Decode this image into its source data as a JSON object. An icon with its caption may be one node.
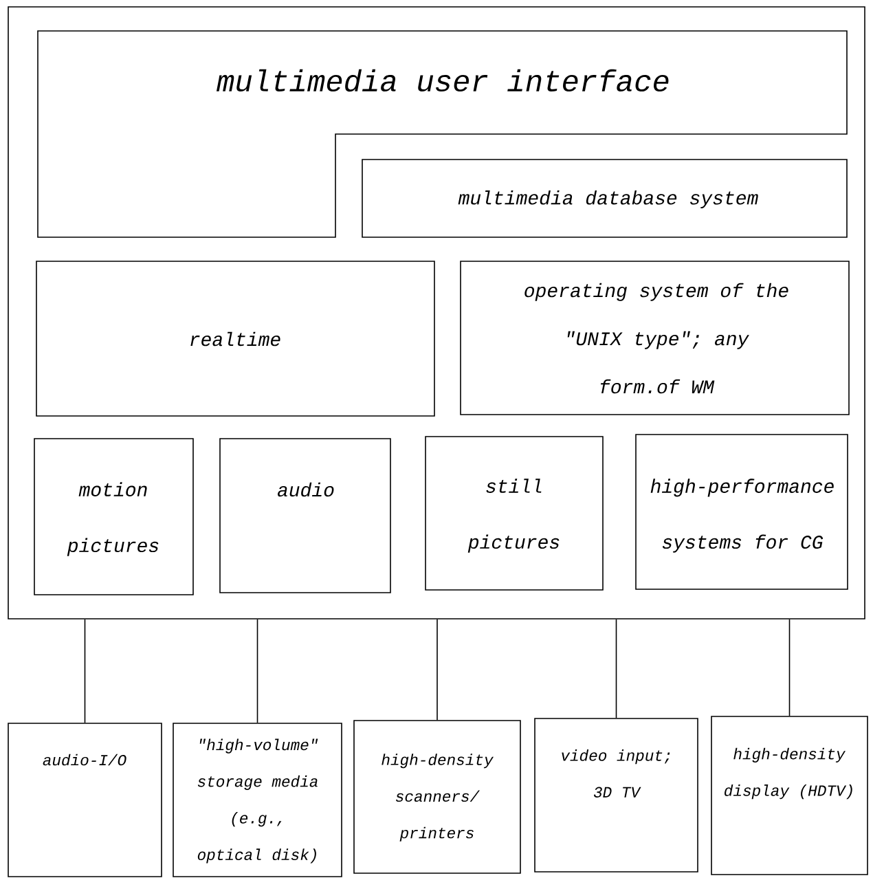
{
  "diagram": {
    "nodes": [
      {
        "text": [],
        "shape": "box"
      },
      {
        "text": [
          "multimedia user interface"
        ],
        "in": 0
      },
      {
        "text": [
          "multimedia database system"
        ],
        "in": 0
      },
      {
        "text": [
          "realtime"
        ],
        "in": 0
      },
      {
        "text": [
          "operating system of the \"UNIX type\"; any form.of WM"
        ],
        "in": 0
      },
      {
        "text": [
          "motion pictures"
        ],
        "in": 0
      },
      {
        "text": [
          "audio"
        ],
        "in": 0
      },
      {
        "text": [
          "still pictures"
        ],
        "in": 0
      },
      {
        "text": [
          "high-performance systems for CG"
        ],
        "in": 0
      },
      {
        "text": [
          "audio-I/O"
        ]
      },
      {
        "text": [
          "\"high-volume\" storage media (e.g., optical disk)"
        ]
      },
      {
        "text": [
          "high-density scanners/ printers"
        ]
      },
      {
        "text": [
          "video input; 3D TV"
        ]
      },
      {
        "text": [
          "high-density display (HDTV)"
        ]
      }
    ],
    "edges": [
      {
        "from": 0,
        "to": 9,
        "arrow": "none"
      },
      {
        "from": 0,
        "to": 10,
        "arrow": "none"
      },
      {
        "from": 0,
        "to": 11,
        "arrow": "none"
      },
      {
        "from": 0,
        "to": 12,
        "arrow": "none"
      },
      {
        "from": 0,
        "to": 13,
        "arrow": "none"
      }
    ]
  }
}
